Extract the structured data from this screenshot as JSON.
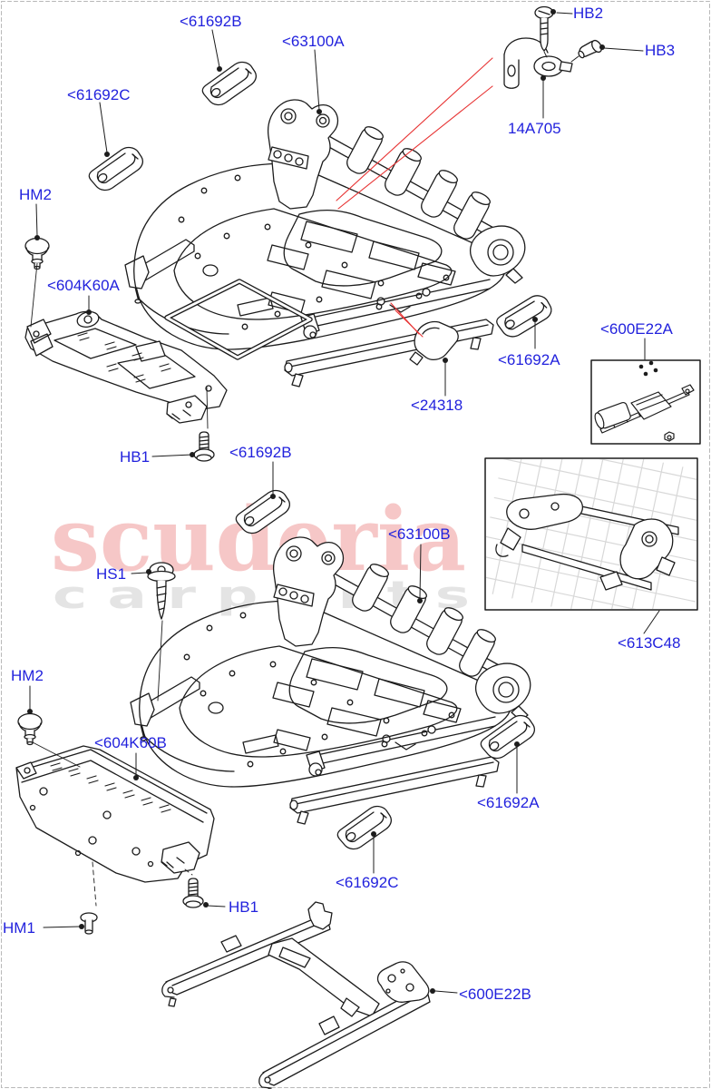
{
  "diagram": {
    "title_hidden": "",
    "watermark": {
      "brand": "scuderia",
      "tagline": "c a r  p a r t s"
    },
    "colors": {
      "label_blue": "#2222dd",
      "leader_red": "#e73333",
      "line_black": "#1c1c1c",
      "watermark_pink": "#f6c7c7",
      "tagline_gray": "#e4e4e4",
      "border_gray": "#b8b8b8"
    },
    "callouts": {
      "c61692b_top": "<61692B",
      "c63100a": "<63100A",
      "c61692c_top": "<61692C",
      "hm2_top": "HM2",
      "hb2": "HB2",
      "hb3": "HB3",
      "c14a705": "14A705",
      "c604k60a": "<604K60A",
      "c61692a_mid": "<61692A",
      "c600e22a": "<600E22A",
      "c24318": "<24318",
      "hb1_mid": "HB1",
      "c61692b_mid": "<61692B",
      "c63100b": "<63100B",
      "hs1": "HS1",
      "c613c48": "<613C48",
      "hm2_bottom": "HM2",
      "c604k60b": "<604K60B",
      "c61692a_bottom": "<61692A",
      "c61692c_bottom": "<61692C",
      "hm1": "HM1",
      "hb1_bottom": "HB1",
      "c600e22b": "<600E22B"
    }
  }
}
